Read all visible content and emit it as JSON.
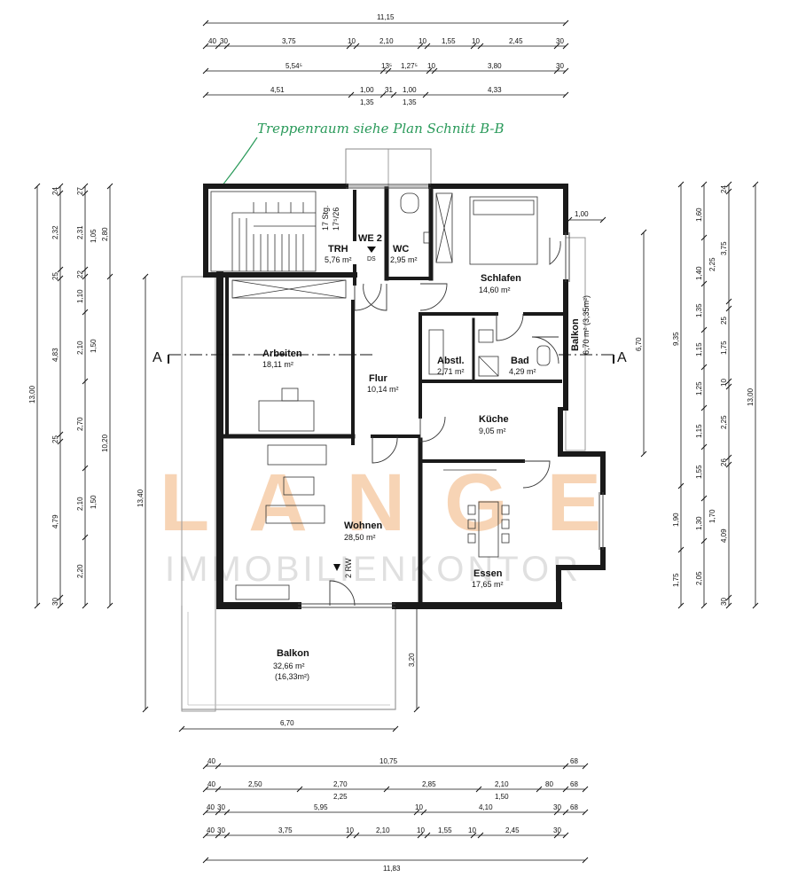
{
  "colors": {
    "wall": "#1a1a1a",
    "watermark": "#f0b078",
    "note": "#2a9a5a",
    "redmark": "#c0392b"
  },
  "watermark": {
    "brand": "LANGE",
    "sub": "IMMOBILIENKONTOR"
  },
  "note": "Treppenraum siehe Plan Schnitt B-B",
  "section": {
    "left": "A",
    "right": "A"
  },
  "top_dims": {
    "r1": [
      "11,15"
    ],
    "r2": [
      "40",
      "30",
      "3,75",
      "10",
      "2,10",
      "10",
      "1,55",
      "10",
      "2,45",
      "30"
    ],
    "r3": [
      "5,54⁵",
      "13⁵",
      "1,27⁵",
      "10",
      "3,80",
      "30"
    ],
    "r4": [
      "4,51",
      "1,00",
      "31",
      "1,00",
      "4,33"
    ],
    "r4b": [
      "1,35",
      "1,35"
    ]
  },
  "bottom_dims": {
    "r1": [
      "40",
      "10,75",
      "68"
    ],
    "r2": [
      "40",
      "2,50",
      "2,70",
      "2,85",
      "2,10",
      "80",
      "68"
    ],
    "r2b": [
      "2,25",
      "1,50"
    ],
    "r3": [
      "40",
      "30",
      "5,95",
      "10",
      "4,10",
      "30",
      "68"
    ],
    "r4": [
      "40",
      "30",
      "3,75",
      "10",
      "2,10",
      "10",
      "1,55",
      "10",
      "2,45",
      "30"
    ],
    "r5": [
      "11,83"
    ]
  },
  "left_dims": {
    "c1": [
      "13,00"
    ],
    "c2": [
      "24",
      "2,32",
      "25",
      "4,83",
      "25",
      "4,79",
      "30"
    ],
    "c3": [
      "27",
      "2,31",
      "22",
      "1,10",
      "2,10",
      "2,70",
      "2,10",
      "2,20"
    ],
    "c3b": [
      "1,05",
      "1,50",
      "1,50"
    ],
    "c4": [
      "2,80",
      "10,20"
    ],
    "c5": [
      "13,40"
    ]
  },
  "right_dims": {
    "c1": [
      "1,00",
      "6,70"
    ],
    "c2": [
      "9,35",
      "1,90",
      "1,75"
    ],
    "c3": [
      "1,60",
      "1,40",
      "1,35",
      "1,15",
      "1,25",
      "1,15",
      "1,55",
      "1,30",
      "2,05"
    ],
    "c3b": [
      "2,25",
      "1,70"
    ],
    "c4": [
      "24",
      "3,75",
      "25",
      "1,75",
      "10",
      "2,25",
      "26",
      "4,09",
      "30"
    ],
    "c5": [
      "13,00"
    ]
  },
  "balcony_side_dims": {
    "depth": "3,20",
    "width": "6,70"
  },
  "rooms": {
    "stairs": {
      "steps": "17 Stg.",
      "ratio": "17⁵/26"
    },
    "trh": {
      "name": "TRH",
      "area": "5,76 m²"
    },
    "we": {
      "name": "WE 2",
      "sub": "DS"
    },
    "wc": {
      "name": "WC",
      "area": "2,95 m²"
    },
    "schlafen": {
      "name": "Schlafen",
      "area": "14,60 m²"
    },
    "arbeiten": {
      "name": "Arbeiten",
      "area": "18,11 m²"
    },
    "flur": {
      "name": "Flur",
      "area": "10,14 m²"
    },
    "abstl": {
      "name": "Abstl.",
      "area": "2,71 m²"
    },
    "bad": {
      "name": "Bad",
      "area": "4,29 m²"
    },
    "kueche": {
      "name": "Küche",
      "area": "9,05 m²"
    },
    "wohnen": {
      "name": "Wohnen",
      "area": "28,50 m²",
      "rw": "2 RW"
    },
    "essen": {
      "name": "Essen",
      "area": "17,65 m²"
    },
    "balkon_side": {
      "name": "Balkon",
      "area": "6,70 m² (3,35m²)"
    },
    "balkon_main": {
      "name": "Balkon",
      "area": "32,66 m²",
      "half": "(16,33m²)"
    }
  }
}
